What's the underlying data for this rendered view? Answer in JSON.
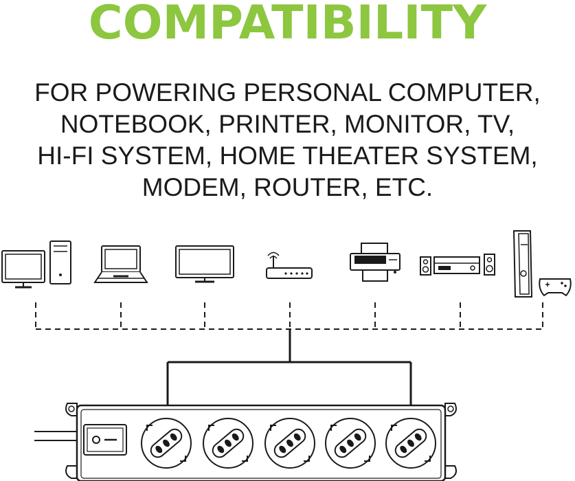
{
  "title": "COMPATIBILITY",
  "description_lines": [
    "FOR POWERING PERSONAL COMPUTER,",
    "NOTEBOOK, PRINTER, MONITOR, TV,",
    "HI-FI SYSTEM, HOME THEATER SYSTEM,",
    "MODEM, ROUTER, ETC."
  ],
  "colors": {
    "accent": "#8dc63f",
    "text": "#1a1a1a",
    "line": "#1a1a1a"
  },
  "devices": [
    {
      "icon": "desktop-computer-icon"
    },
    {
      "icon": "laptop-icon"
    },
    {
      "icon": "monitor-icon"
    },
    {
      "icon": "router-icon"
    },
    {
      "icon": "printer-icon"
    },
    {
      "icon": "hifi-system-icon"
    },
    {
      "icon": "game-console-icon"
    }
  ],
  "power_strip": {
    "icon": "power-strip-icon",
    "switch_icon": "power-switch-icon",
    "socket_count": 5
  }
}
